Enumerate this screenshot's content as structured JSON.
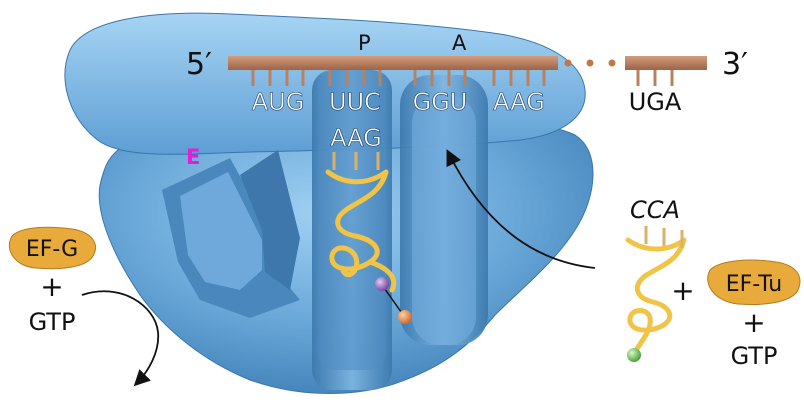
{
  "mrna": {
    "five_prime": "5′",
    "three_prime": "3′",
    "site_p": "P",
    "site_a": "A",
    "codons": [
      "AUG",
      "UUC",
      "GGU",
      "AAG"
    ],
    "stop_codon": "UGA"
  },
  "ribosome": {
    "exit_site": "E"
  },
  "trna_p": {
    "anticodon": "AAG"
  },
  "incoming_trna": {
    "acceptor_end": "CCA"
  },
  "ef_g": {
    "label": "EF-G",
    "plus": "+",
    "gtp": "GTP"
  },
  "ef_tu": {
    "label": "EF-Tu",
    "plus": "+",
    "gtp": "GTP"
  },
  "join_plus": "+",
  "colors": {
    "ribosome_light": "#8ec3ea",
    "ribosome_mid": "#5b9bd0",
    "ribosome_dark": "#2f6a9f",
    "mrna_strand": "#b98160",
    "trna": "#f2c445",
    "factor": "#e8aa3a",
    "exit_label": "#e61bd6"
  }
}
